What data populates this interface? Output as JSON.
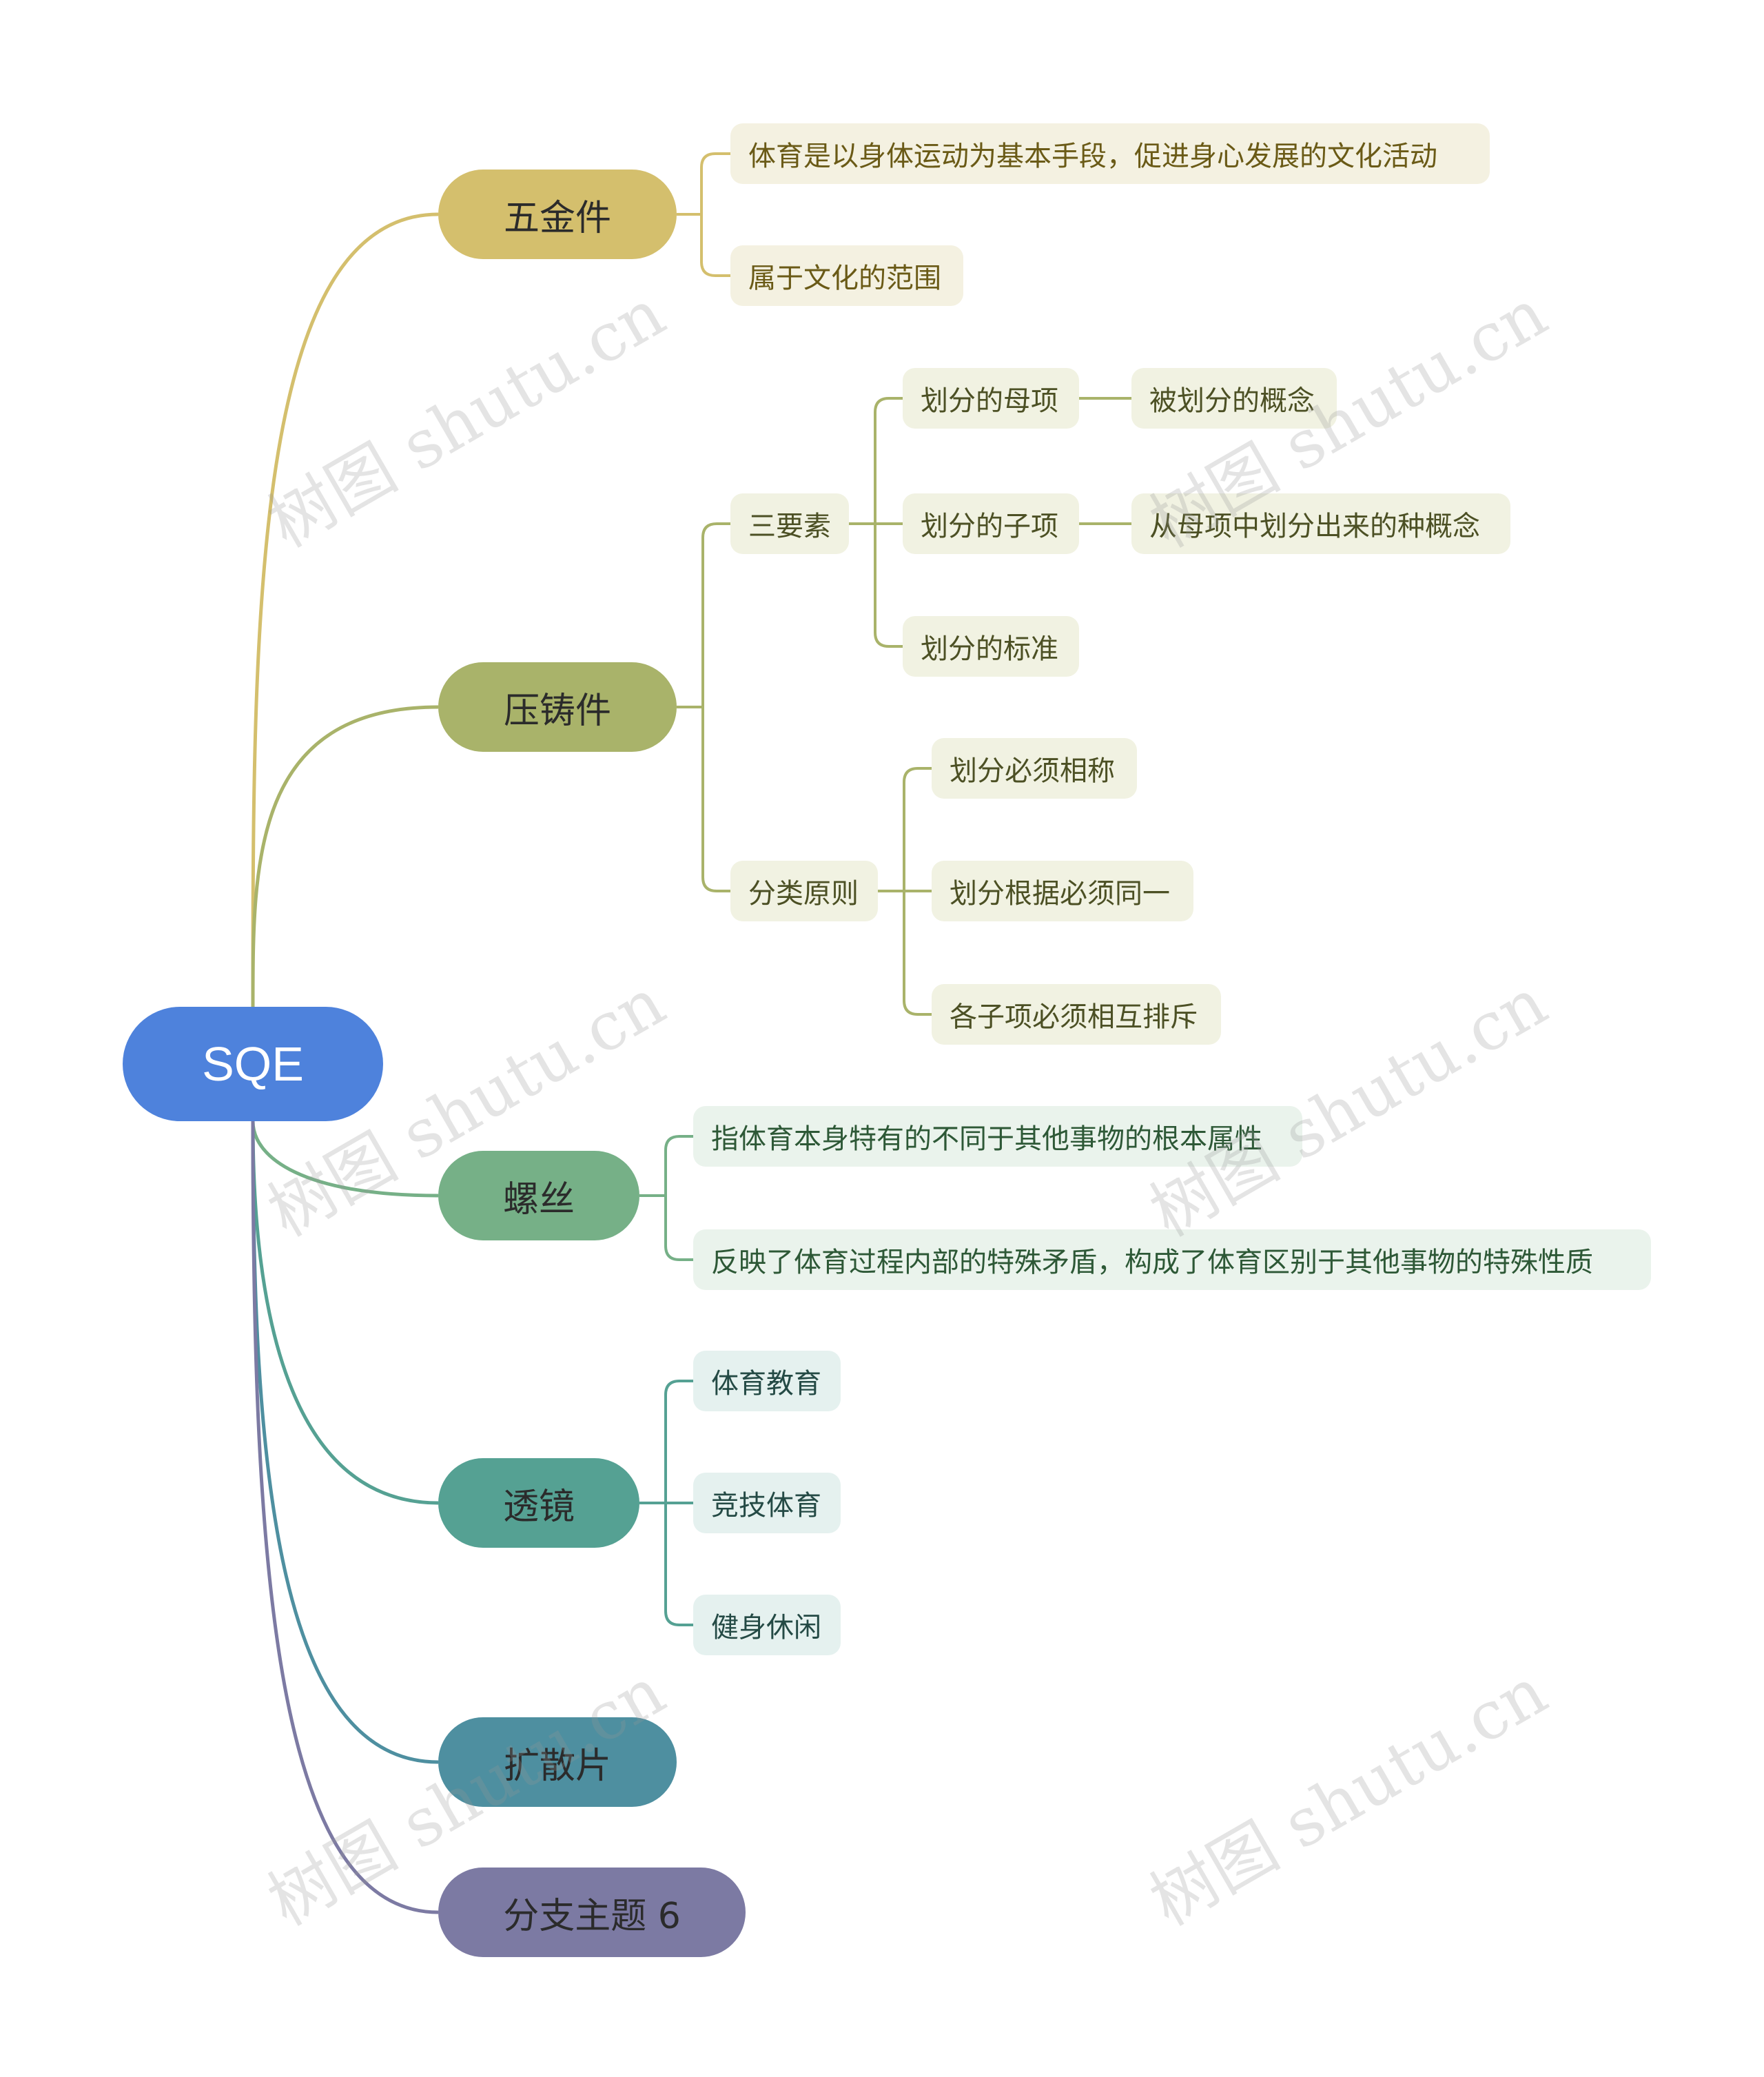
{
  "root": {
    "label": "SQE",
    "color": "#4e82dc"
  },
  "branches": [
    {
      "label": "五金件",
      "color": "#d4bf6d",
      "line": "#d4bf6d",
      "children": [
        {
          "label": "体育是以身体运动为基本手段，促进身心发展的文化活动"
        },
        {
          "label": "属于文化的范围"
        }
      ]
    },
    {
      "label": "压铸件",
      "color": "#a9b36a",
      "line": "#a9b36a",
      "children": [
        {
          "label": "三要素",
          "children": [
            {
              "label": "划分的母项",
              "children": [
                {
                  "label": "被划分的概念"
                }
              ]
            },
            {
              "label": "划分的子项",
              "children": [
                {
                  "label": "从母项中划分出来的种概念"
                }
              ]
            },
            {
              "label": "划分的标准"
            }
          ]
        },
        {
          "label": "分类原则",
          "children": [
            {
              "label": "划分必须相称"
            },
            {
              "label": "划分根据必须同一"
            },
            {
              "label": "各子项必须相互排斥"
            }
          ]
        }
      ]
    },
    {
      "label": "螺丝",
      "color": "#76b087",
      "line": "#76b087",
      "children": [
        {
          "label": "指体育本身特有的不同于其他事物的根本属性"
        },
        {
          "label": "反映了体育过程内部的特殊矛盾，构成了体育区别于其他事物的特殊性质"
        }
      ]
    },
    {
      "label": "透镜",
      "color": "#55a193",
      "line": "#55a193",
      "children": [
        {
          "label": "体育教育"
        },
        {
          "label": "竞技体育"
        },
        {
          "label": "健身休闲"
        }
      ]
    },
    {
      "label": "扩散片",
      "color": "#4e8fa0",
      "line": "#4e8fa0"
    },
    {
      "label": "分支主题 6",
      "color": "#7c7aa3",
      "line": "#7c7aa3"
    }
  ],
  "watermark": "树图 shutu.cn"
}
